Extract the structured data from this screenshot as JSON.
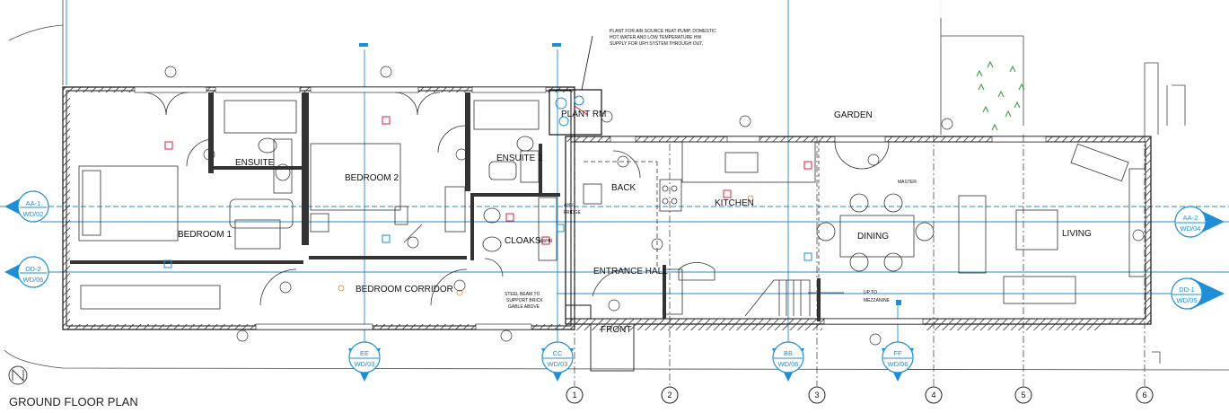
{
  "title": "GROUND FLOOR PLAN",
  "rooms": {
    "bedroom1": "BEDROOM 1",
    "bedroom2": "BEDROOM 2",
    "ensuite1": "ENSUITE",
    "ensuite2": "ENSUITE 2",
    "bedroom_corridor": "BEDROOM CORRIDOR",
    "cloaks": "CLOAKS",
    "plant_rm": "PLANT RM",
    "back": "BACK",
    "kitchen": "KITCHEN",
    "entrance_hall": "ENTRANCE HALL",
    "front": "FRONT",
    "dining": "DINING",
    "living": "LIVING",
    "garden": "GARDEN"
  },
  "notes": {
    "plant_line1": "PLANT FOR AIR SOURCE HEAT PUMP, DOMESTIC",
    "plant_line2": "HOT WATER AND LOW TEMPERATURE HW",
    "plant_line3": "SUPPLY FOR UFH SYSTEM THROUGH OUT.",
    "steel_line1": "STEEL BEAM TO",
    "steel_line2": "SUPPORT BRICK",
    "steel_line3": "GABLE ABOVE",
    "mezz_line1": "UP TO",
    "mezz_line2": "MEZZANINE",
    "master": "MASTER",
    "ahu_line1": "AHU",
    "ahu_line2": "FRIDGE",
    "hwhr": "HWHR"
  },
  "section_markers": {
    "aa1": {
      "id": "AA-1",
      "ref": "WD/02"
    },
    "dd2": {
      "id": "DD-2",
      "ref": "WD/06"
    },
    "aa2": {
      "id": "AA-2",
      "ref": "WD/04"
    },
    "dd1": {
      "id": "DD-1",
      "ref": "WD/05"
    },
    "ee": {
      "id": "EE",
      "ref": "WD/03"
    },
    "cc": {
      "id": "CC",
      "ref": "WD/03"
    },
    "bb": {
      "id": "BB",
      "ref": "WD/06"
    },
    "ff": {
      "id": "FF",
      "ref": "WD/06"
    }
  },
  "grid_lines": [
    "1",
    "2",
    "3",
    "4",
    "5",
    "6"
  ],
  "colors": {
    "wall": "#111111",
    "section": "#1e8fd6",
    "alarm": "#e0203a",
    "fixture": "#6a2bd0",
    "light": "#ef7d2d"
  }
}
